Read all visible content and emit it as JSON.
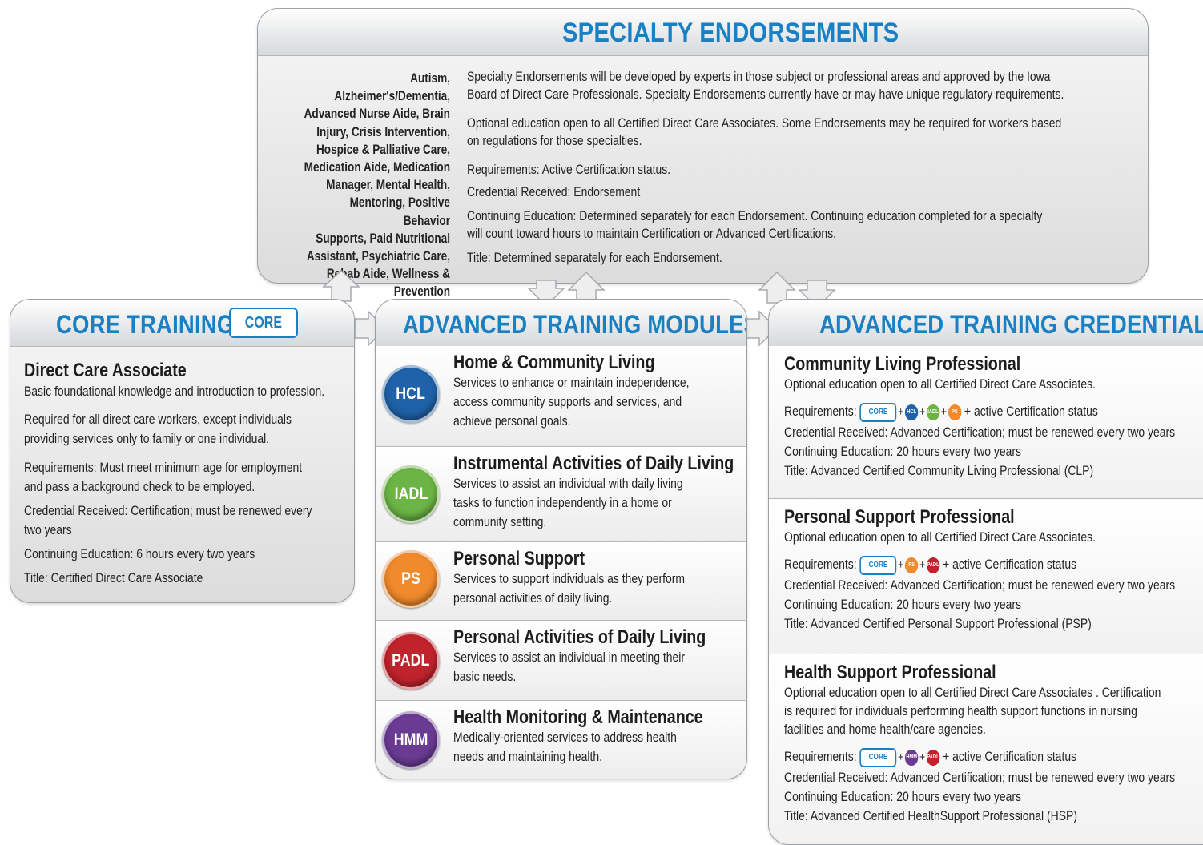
{
  "specialty": {
    "title": "SPECIALTY ENDORSEMENTS",
    "list": [
      "Autism, Alzheimer's/Dementia,",
      "Advanced Nurse Aide, Brain",
      "Injury, Crisis Intervention,",
      "Hospice & Palliative Care,",
      "Medication Aide, Medication",
      "Manager, Mental Health,",
      "Mentoring, Positive Behavior",
      "Supports, Paid Nutritional",
      "Assistant, Psychiatric Care,",
      "Rehab Aide, Wellness &",
      "Prevention"
    ],
    "p1a": "Specialty Endorsements will be developed by experts in those subject or professional areas and approved by the Iowa",
    "p1b": "Board of Direct Care Professionals. Specialty Endorsements currently have or may have unique regulatory requirements.",
    "p2a": "Optional education open to all Certified Direct Care Associates. Some Endorsements may be required for workers based",
    "p2b": "on regulations for those specialties.",
    "req": "Requirements: Active Certification status.",
    "cred": "Credential Received: Endorsement",
    "ce_a": "Continuing Education: Determined separately for each Endorsement. Continuing education completed for a specialty",
    "ce_b": "will count toward hours to maintain Certification or Advanced Certifications.",
    "title_line": "Title: Determined separately for each Endorsement."
  },
  "core": {
    "title": "CORE TRAINING",
    "badge": "CORE",
    "heading": "Direct Care Associate",
    "l1": "Basic foundational knowledge and introduction to profession.",
    "l2": "Required for all direct care workers, except individuals",
    "l3": "providing services only to family or one individual.",
    "l4": "Requirements: Must meet minimum age for employment",
    "l5": "and pass a background check to be employed.",
    "l6": "Credential Received: Certification; must be renewed every",
    "l7": "two years",
    "l8": "Continuing Education: 6 hours every two years",
    "l9": "Title: Certified Direct Care Associate"
  },
  "modules": {
    "title": "ADVANCED TRAINING MODULES",
    "items": [
      {
        "abbr": "HCL",
        "color": "#1f62a8",
        "name": "Home & Community Living",
        "lines": [
          "Services to enhance or maintain independence,",
          "access community supports and services, and",
          "achieve personal goals."
        ]
      },
      {
        "abbr": "IADL",
        "color": "#6cb445",
        "name": "Instrumental Activities of Daily Living",
        "lines": [
          "Services to assist an individual with daily living",
          "tasks to function independently in a home or",
          "community setting."
        ]
      },
      {
        "abbr": "PS",
        "color": "#f08a2c",
        "name": "Personal Support",
        "lines": [
          "Services to support individuals as they perform",
          "personal activities of daily living."
        ]
      },
      {
        "abbr": "PADL",
        "color": "#c0232c",
        "name": "Personal Activities of Daily Living",
        "lines": [
          "Services to assist an individual in meeting their",
          "basic needs."
        ]
      },
      {
        "abbr": "HMM",
        "color": "#6a3b93",
        "name": "Health Monitoring & Maintenance",
        "lines": [
          "Medically-oriented services to address health",
          "needs and maintaining health."
        ]
      }
    ]
  },
  "credentials": {
    "title": "ADVANCED TRAINING CREDENTIALS",
    "items": [
      {
        "name": "Community Living Professional",
        "desc": [
          "Optional education open to all Certified Direct Care Associates."
        ],
        "req_label": "Requirements:",
        "chips": [
          "HCL",
          "IADL",
          "PS"
        ],
        "req_tail": "+ active Certification status",
        "cred": "Credential Received: Advanced Certification; must be renewed every two years",
        "ce": "Continuing Education:  20 hours every two years",
        "title": "Title: Advanced Certified Community Living Professional (CLP)"
      },
      {
        "name": "Personal Support Professional",
        "desc": [
          "Optional education open to all Certified Direct Care Associates."
        ],
        "req_label": "Requirements:",
        "chips": [
          "PS",
          "PADL"
        ],
        "req_tail": "+ active Certification status",
        "cred": "Credential Received: Advanced Certification; must be renewed every two years",
        "ce": "Continuing Education:  20 hours every two years",
        "title": "Title: Advanced Certified Personal Support Professional (PSP)"
      },
      {
        "name": "Health Support Professional",
        "desc": [
          "Optional education open to all Certified Direct Care Associates . Certification",
          "is required for individuals performing health support functions in nursing",
          "facilities and home health/care agencies."
        ],
        "req_label": "Requirements:",
        "chips": [
          "HMM",
          "PADL"
        ],
        "req_tail": "+ active Certification status",
        "cred": "Credential Received: Advanced Certification; must be renewed every two years",
        "ce": "Continuing Education:  20 hours every two years",
        "title": "Title: Advanced Certified HealthSupport Professional (HSP)"
      }
    ],
    "core_chip": "CORE"
  },
  "colors": {
    "accent": "#1a80c4",
    "HCL": "#1f62a8",
    "IADL": "#6cb445",
    "PS": "#f08a2c",
    "PADL": "#c0232c",
    "HMM": "#6a3b93"
  }
}
